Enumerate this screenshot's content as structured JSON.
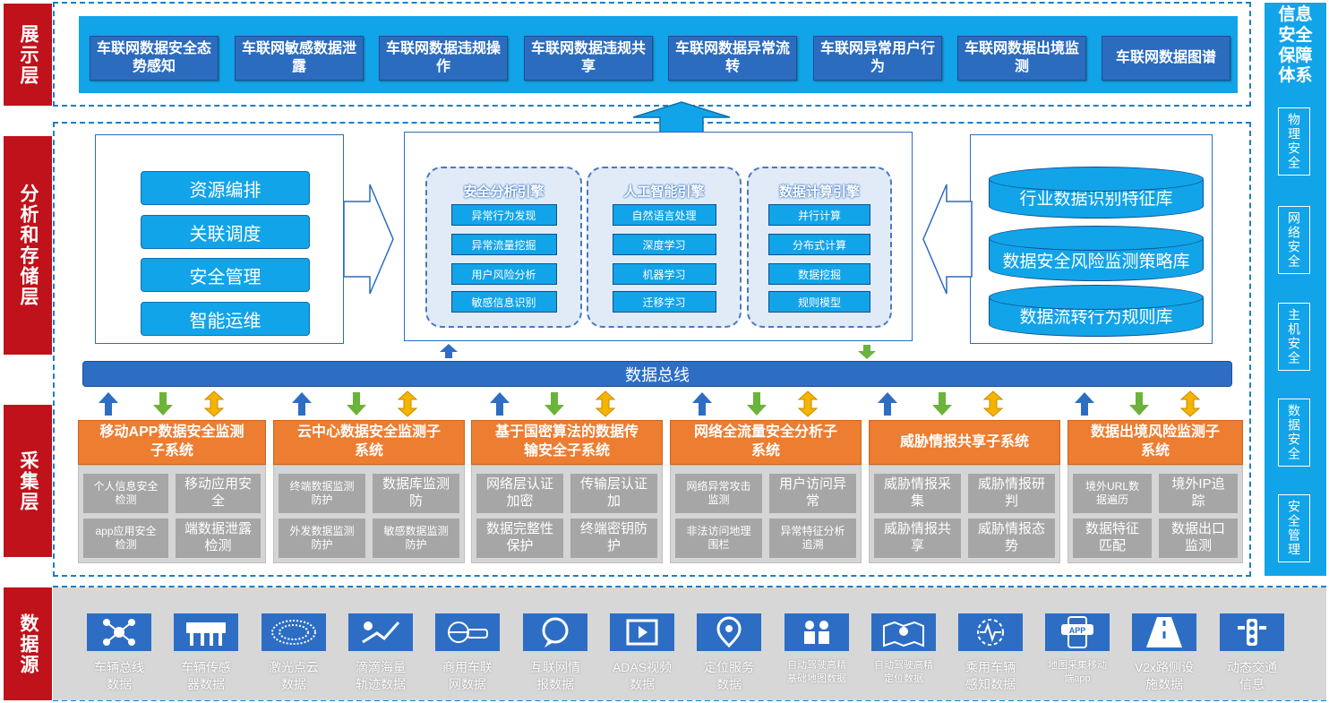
{
  "layers": {
    "display": "展示层",
    "analysis": "分析和存储层",
    "collection": "采集层",
    "source": "数据源"
  },
  "display_items": [
    "车联网数据安全态势感知",
    "车联网敏感数据泄露",
    "车联网数据违规操作",
    "车联网数据违规共享",
    "车联网数据异常流转",
    "车联网异常用户行为",
    "车联网数据出境监测",
    "车联网数据图谱"
  ],
  "security_system": {
    "title": "信息安全保障体系",
    "items": [
      "物理安全",
      "网络安全",
      "主机安全",
      "数据安全",
      "安全管理"
    ]
  },
  "left_panel": [
    "资源编排",
    "关联调度",
    "安全管理",
    "智能运维"
  ],
  "engines": [
    {
      "title": "安全分析引擎",
      "items": [
        "异常行为发现",
        "异常流量挖掘",
        "用户风险分析",
        "敏感信息识别"
      ]
    },
    {
      "title": "人工智能引擎",
      "items": [
        "自然语言处理",
        "深度学习",
        "机器学习",
        "迁移学习"
      ]
    },
    {
      "title": "数据计算引擎",
      "items": [
        "并行计算",
        "分布式计算",
        "数据挖掘",
        "规则模型"
      ]
    }
  ],
  "databases": [
    "行业数据识别特征库",
    "数据安全风险监测策略库",
    "数据流转行为规则库"
  ],
  "bus": "数据总线",
  "subsystems": [
    {
      "title": "移动APP数据安全监测子系统",
      "cells": [
        "个人信息安全检测",
        "移动应用安全",
        "app应用安全检测",
        "端数据泄露检测"
      ]
    },
    {
      "title": "云中心数据安全监测子系统",
      "cells": [
        "终端数据监测防护",
        "数据库监测防",
        "外发数据监测防护",
        "敏感数据监测防护"
      ]
    },
    {
      "title": "基于国密算法的数据传输安全子系统",
      "cells": [
        "网络层认证加密",
        "传输层认证加",
        "数据完整性保护",
        "终端密钥防护"
      ]
    },
    {
      "title": "网络全流量安全分析子系统",
      "cells": [
        "网络异常攻击监测",
        "用户访问异常",
        "非法访问地理围栏",
        "异常特征分析追溯"
      ]
    },
    {
      "title": "威胁情报共享子系统",
      "cells": [
        "威胁情报采集",
        "威胁情报研判",
        "威胁情报共享",
        "威胁情报态势"
      ]
    },
    {
      "title": "数据出境风险监测子系统",
      "cells": [
        "境外URL数据遍历",
        "境外IP追踪",
        "数据特征匹配",
        "数据出口监测"
      ]
    }
  ],
  "sources": [
    {
      "label": "车辆总线数据",
      "icon": "network-hub-icon"
    },
    {
      "label": "车辆传感器数据",
      "icon": "sensor-chip-icon"
    },
    {
      "label": "激光点云数据",
      "icon": "point-cloud-icon"
    },
    {
      "label": "滴滴海量轨迹数据",
      "icon": "route-track-icon"
    },
    {
      "label": "商用车联网数据",
      "icon": "globe-car-icon"
    },
    {
      "label": "互联网情报数据",
      "icon": "chat-bubble-icon"
    },
    {
      "label": "ADAS视频数据",
      "icon": "film-strip-icon"
    },
    {
      "label": "定位服务数据",
      "icon": "location-pin-icon"
    },
    {
      "label": "自动驾驶高精基础地图数据",
      "icon": "people-map-icon"
    },
    {
      "label": "自动驾驶高精定位数据",
      "icon": "map-pin-icon"
    },
    {
      "label": "乘用车辆感知数据",
      "icon": "pulse-sensor-icon"
    },
    {
      "label": "地图采集移动端app",
      "icon": "app-phone-icon"
    },
    {
      "label": "V2x路侧设施数据",
      "icon": "road-lanes-icon"
    },
    {
      "label": "动态交通信息",
      "icon": "traffic-light-icon"
    }
  ]
}
